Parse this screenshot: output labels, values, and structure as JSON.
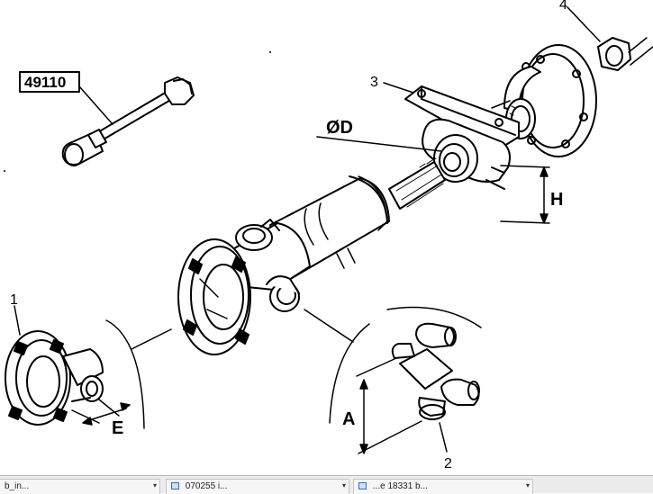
{
  "diagram": {
    "labels": {
      "tool_code": "49110",
      "callout_1": "1",
      "callout_2": "2",
      "callout_3": "3",
      "callout_4": "4",
      "dim_diameter": "ØD",
      "dim_height": "H",
      "dim_a": "A",
      "dim_e": "E"
    }
  },
  "taskbar": {
    "items": [
      {
        "label": "b_in...",
        "icon": "document-icon"
      },
      {
        "label": "070255 i...",
        "icon": "document-icon"
      },
      {
        "label": "...e 18331 b...",
        "icon": "document-icon"
      }
    ],
    "arrow_glyph": "▾"
  }
}
